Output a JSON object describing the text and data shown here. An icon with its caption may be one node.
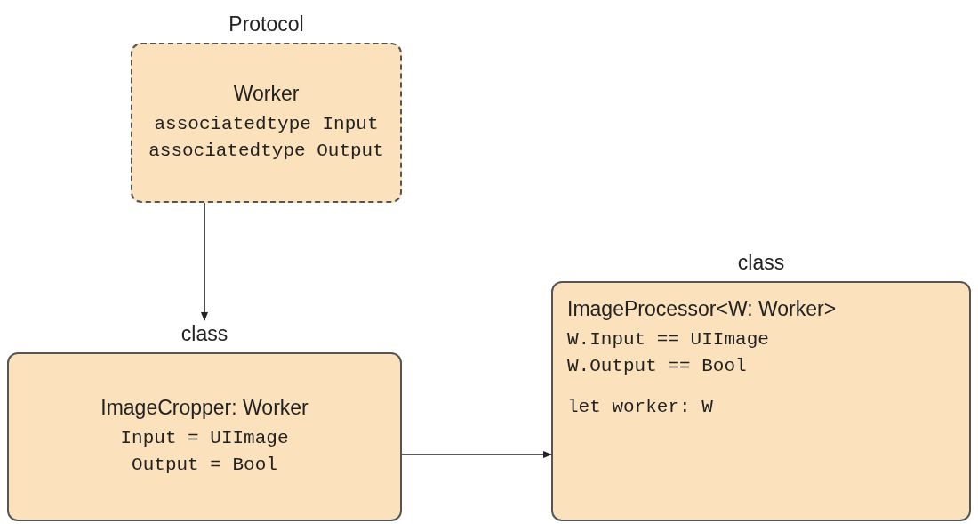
{
  "diagram": {
    "nodes": [
      {
        "text": [
          "Protocol",
          "Worker",
          "associatedtype Input",
          "associatedtype Output"
        ]
      },
      {
        "text": [
          "class",
          "ImageCropper: Worker",
          "Input = UIImage",
          "Output = Bool"
        ]
      },
      {
        "text": [
          "class",
          "ImageProcessor<W: Worker>",
          "W.Input == UIImage",
          "W.Output == Bool",
          "let worker: W"
        ]
      }
    ],
    "edges": [
      {
        "from": 0,
        "to": 1,
        "arrow": "to"
      },
      {
        "from": 1,
        "to": 2,
        "arrow": "to"
      }
    ]
  }
}
